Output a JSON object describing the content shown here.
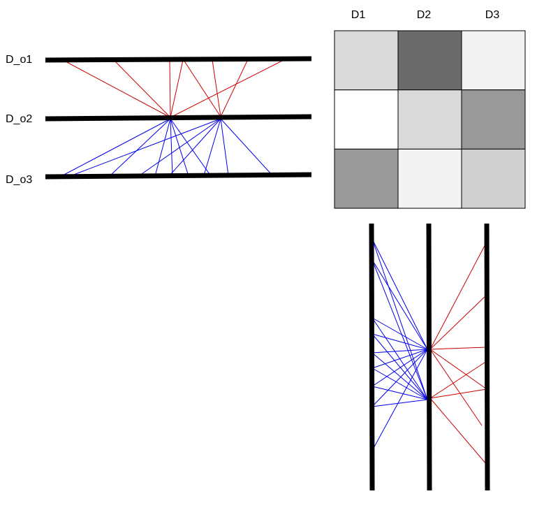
{
  "row_axes": {
    "labels": [
      "D_o1",
      "D_o2",
      "D_o3"
    ]
  },
  "matrix": {
    "column_labels": [
      "D1",
      "D2",
      "D3"
    ],
    "cell_gray_levels": [
      [
        "#d9d9d9",
        "#6b6b6b",
        "#f2f2f2"
      ],
      [
        "#ffffff",
        "#d9d9d9",
        "#999999"
      ],
      [
        "#999999",
        "#f2f2f2",
        "#d0d0d0"
      ]
    ]
  },
  "colors": {
    "axis": "#000000",
    "link_red": "#cc0000",
    "link_blue": "#0000ee"
  }
}
